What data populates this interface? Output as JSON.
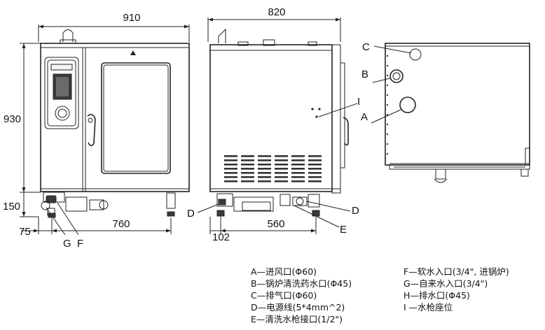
{
  "dimensions": {
    "front_width": "910",
    "front_height": "930",
    "base_height": "150",
    "left_offset": "75",
    "foot_span_front": "760",
    "side_depth": "820",
    "side_offset": "102",
    "foot_span_side": "560"
  },
  "labels": {
    "A": "A",
    "B": "B",
    "C": "C",
    "D1": "D",
    "D2": "D",
    "E": "E",
    "F": "F",
    "G": "G",
    "I": "I"
  },
  "legend_left": [
    "A—进风口(Φ60)",
    "B—锅炉清洗药水口(Φ45)",
    "C—排气口(Φ60)",
    "D—电源线(5*4mm^2)",
    "E—清洗水枪接口(1/2\")"
  ],
  "legend_right": [
    "F—软水入口(3/4\", 进锅炉)",
    "G—自来水入口(3/4\")",
    "H—排水口(Φ45)",
    "I —水枪座位"
  ]
}
